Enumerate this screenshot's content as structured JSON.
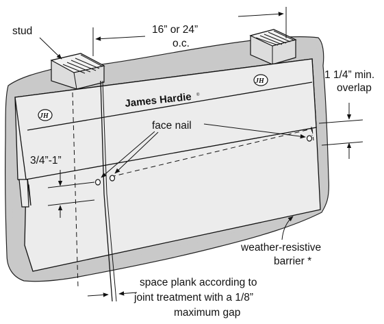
{
  "labels": {
    "stud": "stud",
    "spacing_line1": "16” or 24”",
    "spacing_line2": "o.c.",
    "overlap_line1": "1 1/4” min.",
    "overlap_line2": "overlap",
    "face_nail": "face nail",
    "nail_distance": "3/4”-1”",
    "barrier_line1": "weather-resistive",
    "barrier_line2": "barrier *",
    "gap_line1": "space plank according to",
    "gap_line2": "joint treatment with a 1/8”",
    "gap_line3": "maximum gap"
  },
  "brand": {
    "name": "James Hardie",
    "registered_mark": "®",
    "logo_letters": "JH"
  }
}
